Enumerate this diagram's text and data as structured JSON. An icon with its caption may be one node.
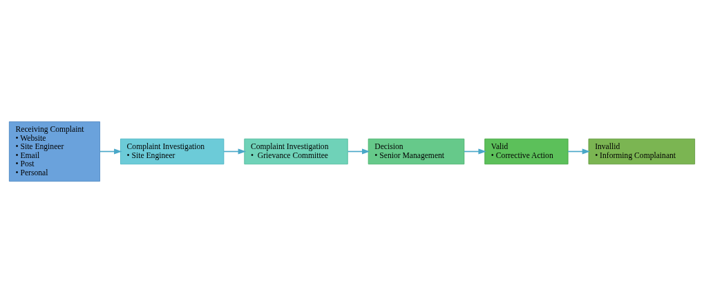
{
  "diagram": {
    "nodes": [
      {
        "text": [
          "Receiving Complaint",
          "• Website",
          "• Site Engineer",
          "• Email",
          "• Post",
          "• Personal"
        ]
      },
      {
        "text": [
          "Complaint Investigation",
          "• Site Engineer"
        ]
      },
      {
        "text": [
          "Complaint Investigation",
          "•  Grievance Committee"
        ]
      },
      {
        "text": [
          "Decision",
          "• Senior Management"
        ]
      },
      {
        "text": [
          "Valid",
          "• Corrective Action"
        ]
      },
      {
        "text": [
          "Invallid",
          "• Informing Complainant"
        ]
      }
    ],
    "edges": [
      {
        "from": 0,
        "to": 1,
        "arrow": "to"
      },
      {
        "from": 1,
        "to": 2,
        "arrow": "to"
      },
      {
        "from": 2,
        "to": 3,
        "arrow": "to"
      },
      {
        "from": 3,
        "to": 4,
        "arrow": "to"
      },
      {
        "from": 4,
        "to": 5,
        "arrow": "to"
      }
    ]
  }
}
